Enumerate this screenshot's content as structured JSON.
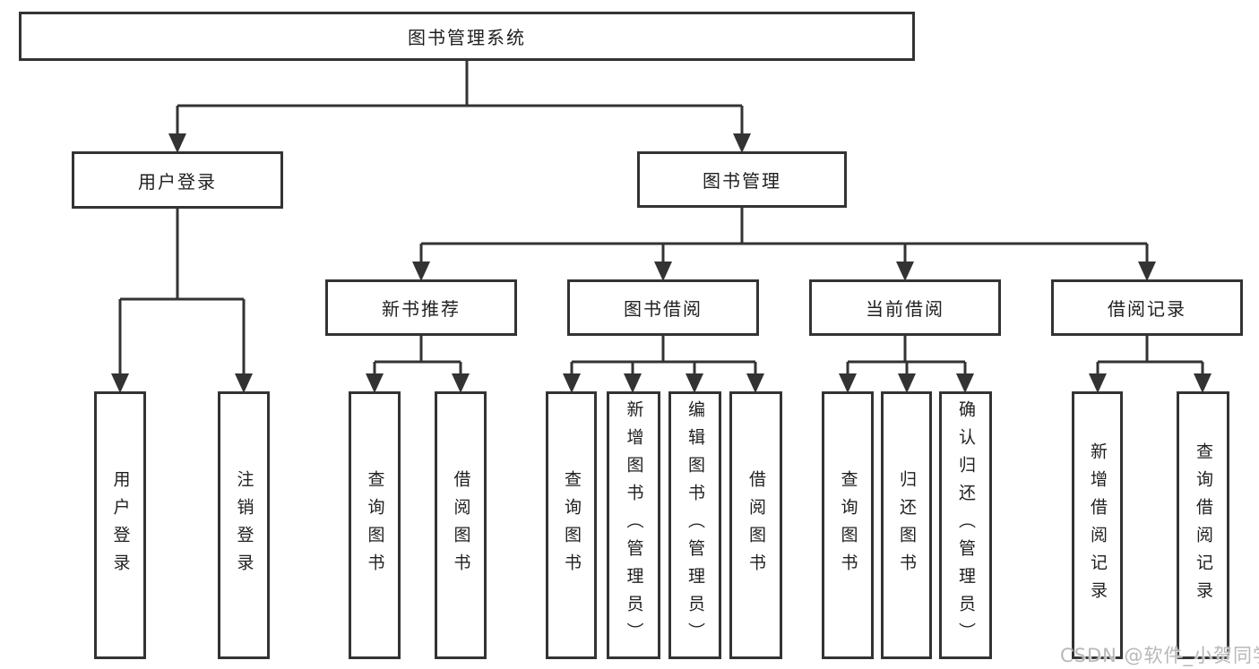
{
  "diagram": {
    "root": {
      "label": "图书管理系统"
    },
    "branches": [
      {
        "label": "用户登录",
        "children": [
          {
            "label": "用户登录"
          },
          {
            "label": "注销登录"
          }
        ]
      },
      {
        "label": "图书管理",
        "children": [
          {
            "label": "新书推荐",
            "children": [
              {
                "label": "查询图书"
              },
              {
                "label": "借阅图书"
              }
            ]
          },
          {
            "label": "图书借阅",
            "children": [
              {
                "label": "查询图书"
              },
              {
                "label": "新增图书（管理员）"
              },
              {
                "label": "编辑图书（管理员）"
              },
              {
                "label": "借阅图书"
              }
            ]
          },
          {
            "label": "当前借阅",
            "children": [
              {
                "label": "查询图书"
              },
              {
                "label": "归还图书"
              },
              {
                "label": "确认归还（管理员）"
              }
            ]
          },
          {
            "label": "借阅记录",
            "children": [
              {
                "label": "新增借阅记录"
              },
              {
                "label": "查询借阅记录"
              }
            ]
          }
        ]
      }
    ]
  },
  "watermark": {
    "text": "CSDN @软件_小贺同学"
  },
  "colors": {
    "line": "#333333",
    "text": "#1f1f1f",
    "watermark": "#b8b8b8",
    "background": "#ffffff"
  }
}
